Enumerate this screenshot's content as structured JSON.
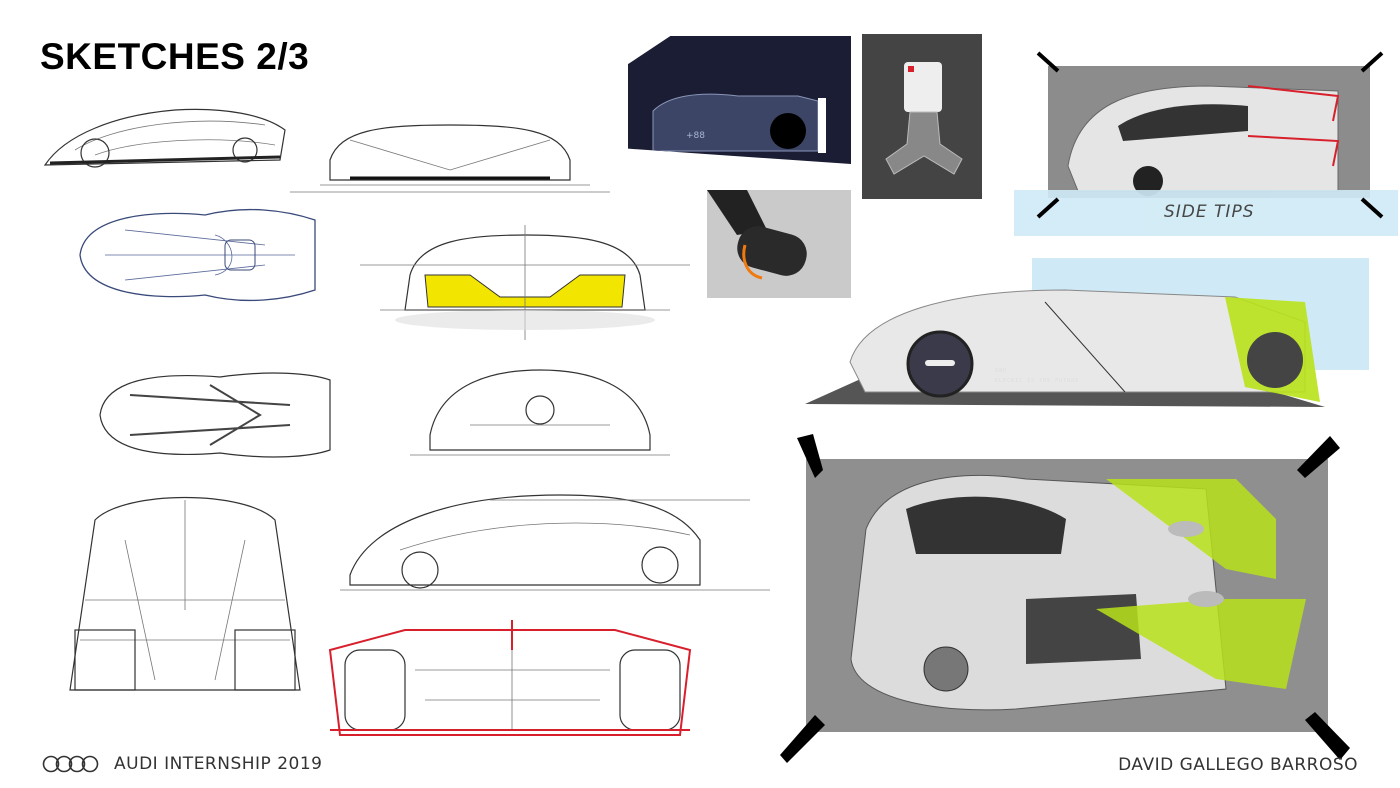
{
  "slide": {
    "title": "SKETCHES 2/3",
    "footer_left": "AUDI INTERNSHIP 2019",
    "footer_right": "DAVID GALLEGO BARROSO",
    "logo": "audi-four-rings-icon"
  },
  "renders": {
    "steering_display": "+88",
    "side_tips_caption": "SIDE TIPS",
    "livery_line1": "RWD",
    "livery_line2": "ELECRIC IS THE FUTURE"
  },
  "colors": {
    "accent_yellow": "#f2e600",
    "accent_lime": "#b8e21a",
    "accent_red": "#d8202c",
    "panel_blue": "#cfeaf6",
    "dark_navy": "#1a1d33",
    "orange_light": "#f07a10"
  }
}
